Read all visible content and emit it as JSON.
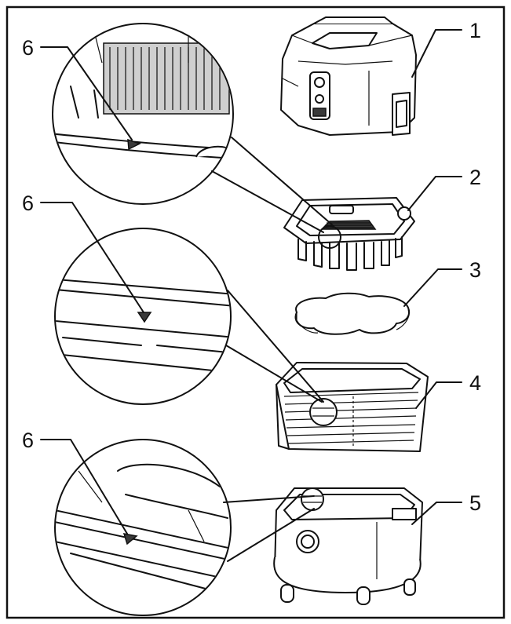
{
  "callouts": [
    {
      "id": "1",
      "text": "1"
    },
    {
      "id": "2",
      "text": "2"
    },
    {
      "id": "3",
      "text": "3"
    },
    {
      "id": "4",
      "text": "4"
    },
    {
      "id": "5",
      "text": "5"
    },
    {
      "id": "6a",
      "text": "6"
    },
    {
      "id": "6b",
      "text": "6"
    },
    {
      "id": "6c",
      "text": "6"
    }
  ],
  "icons": {
    "motor_head": "vacuum-motor-head-icon",
    "filter_cage": "filter-cage-icon",
    "foam_filter": "foam-filter-icon",
    "filter_bag": "filter-bag-icon",
    "tank": "dust-tank-icon",
    "marker": "triangle-marker-icon"
  },
  "colors": {
    "ink": "#111111",
    "background": "#ffffff"
  }
}
